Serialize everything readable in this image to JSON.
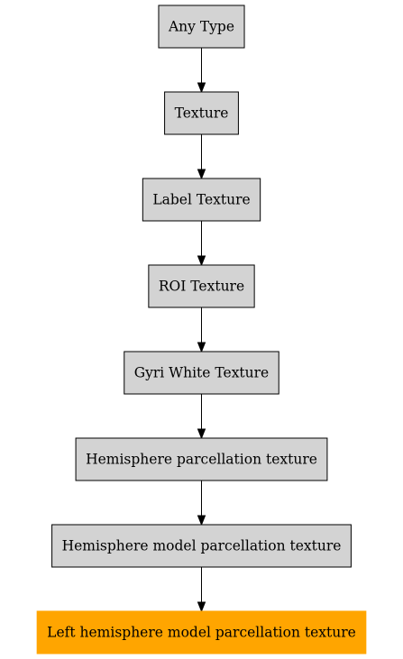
{
  "diagram": {
    "nodes": [
      {
        "id": "any-type",
        "label": "Any Type",
        "highlight": false
      },
      {
        "id": "texture",
        "label": "Texture",
        "highlight": false
      },
      {
        "id": "label-texture",
        "label": "Label Texture",
        "highlight": false
      },
      {
        "id": "roi-texture",
        "label": "ROI Texture",
        "highlight": false
      },
      {
        "id": "gyri-white-texture",
        "label": "Gyri White Texture",
        "highlight": false
      },
      {
        "id": "hemisphere-parcellation-texture",
        "label": "Hemisphere parcellation texture",
        "highlight": false
      },
      {
        "id": "hemisphere-model-parcellation-texture",
        "label": "Hemisphere model parcellation texture",
        "highlight": false
      },
      {
        "id": "left-hemisphere-model-parcellation-texture",
        "label": "Left hemisphere model parcellation texture",
        "highlight": true
      }
    ],
    "edges": [
      {
        "from": "any-type",
        "to": "texture"
      },
      {
        "from": "texture",
        "to": "label-texture"
      },
      {
        "from": "label-texture",
        "to": "roi-texture"
      },
      {
        "from": "roi-texture",
        "to": "gyri-white-texture"
      },
      {
        "from": "gyri-white-texture",
        "to": "hemisphere-parcellation-texture"
      },
      {
        "from": "hemisphere-parcellation-texture",
        "to": "hemisphere-model-parcellation-texture"
      },
      {
        "from": "hemisphere-model-parcellation-texture",
        "to": "left-hemisphere-model-parcellation-texture"
      }
    ],
    "colors": {
      "node_fill": "#d3d3d3",
      "node_stroke": "#000000",
      "highlight_fill": "#ffa500",
      "edge": "#000000"
    }
  }
}
